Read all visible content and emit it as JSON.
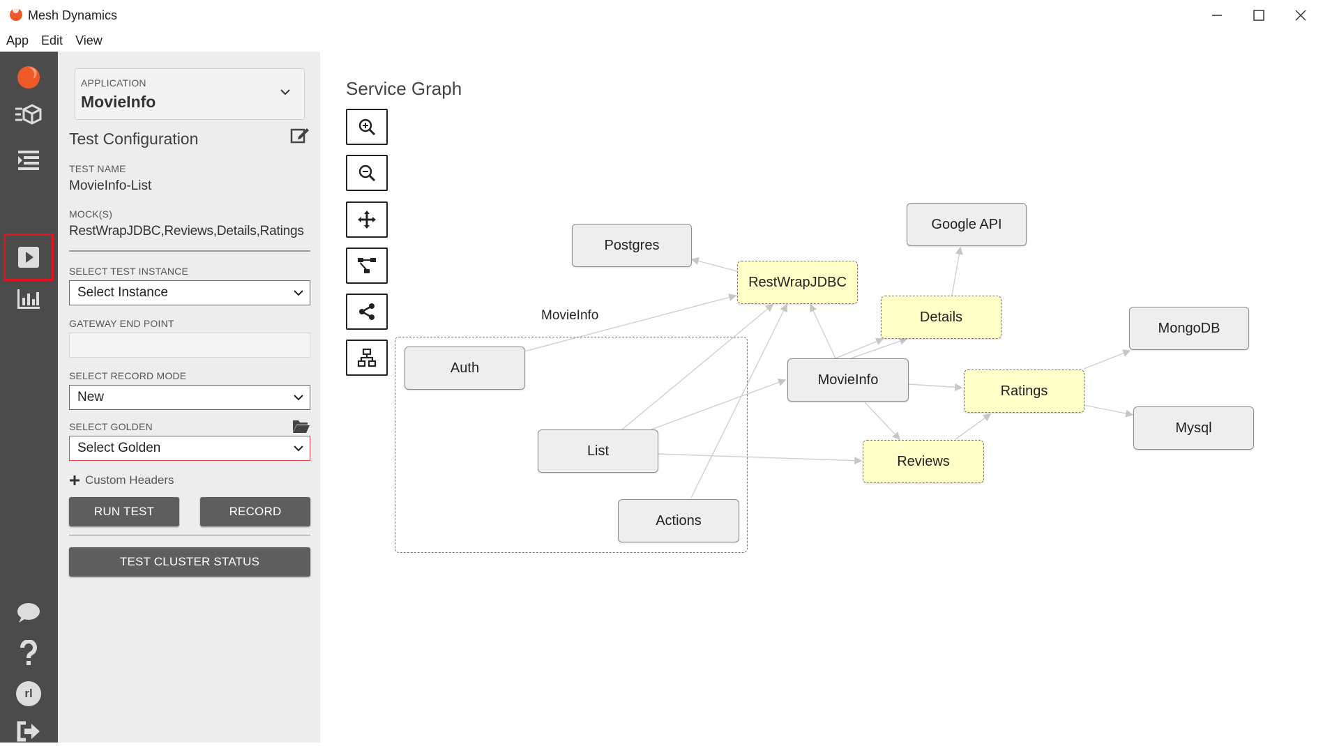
{
  "window": {
    "title": "Mesh Dynamics"
  },
  "menu": [
    "App",
    "Edit",
    "View"
  ],
  "sidebar_icons": [
    "logo-icon",
    "services-icon",
    "list-icon",
    "play-icon",
    "chart-icon",
    "chat-icon",
    "help-icon",
    "avatar",
    "logout-icon"
  ],
  "user": {
    "initials": "rl"
  },
  "panel": {
    "application_label": "APPLICATION",
    "application_value": "MovieInfo",
    "section_title": "Test Configuration",
    "test_name_label": "TEST NAME",
    "test_name_value": "MovieInfo-List",
    "mocks_label": "MOCK(S)",
    "mocks_value": "RestWrapJDBC,Reviews,Details,Ratings",
    "instance_label": "SELECT TEST INSTANCE",
    "instance_value": "Select Instance",
    "gateway_label": "GATEWAY END POINT",
    "gateway_value": "",
    "record_mode_label": "SELECT RECORD MODE",
    "record_mode_value": "New",
    "golden_label": "SELECT GOLDEN",
    "golden_value": "Select Golden",
    "custom_headers": "Custom Headers",
    "run_test": "RUN TEST",
    "record": "RECORD",
    "cluster_status": "TEST CLUSTER STATUS"
  },
  "graph": {
    "title": "Service Graph",
    "tools": [
      "zoom-in-icon",
      "zoom-out-icon",
      "move-icon",
      "hierarchy-icon",
      "share-icon",
      "sitemap-icon"
    ],
    "cluster_label": "MovieInfo",
    "nodes": {
      "postgres": "Postgres",
      "google_api": "Google API",
      "restwrapjdbc": "RestWrapJDBC",
      "details": "Details",
      "mongodb": "MongoDB",
      "auth": "Auth",
      "movieinfo": "MovieInfo",
      "ratings": "Ratings",
      "mysql": "Mysql",
      "list": "List",
      "reviews": "Reviews",
      "actions": "Actions"
    },
    "mock_color": "#ffffc7"
  }
}
